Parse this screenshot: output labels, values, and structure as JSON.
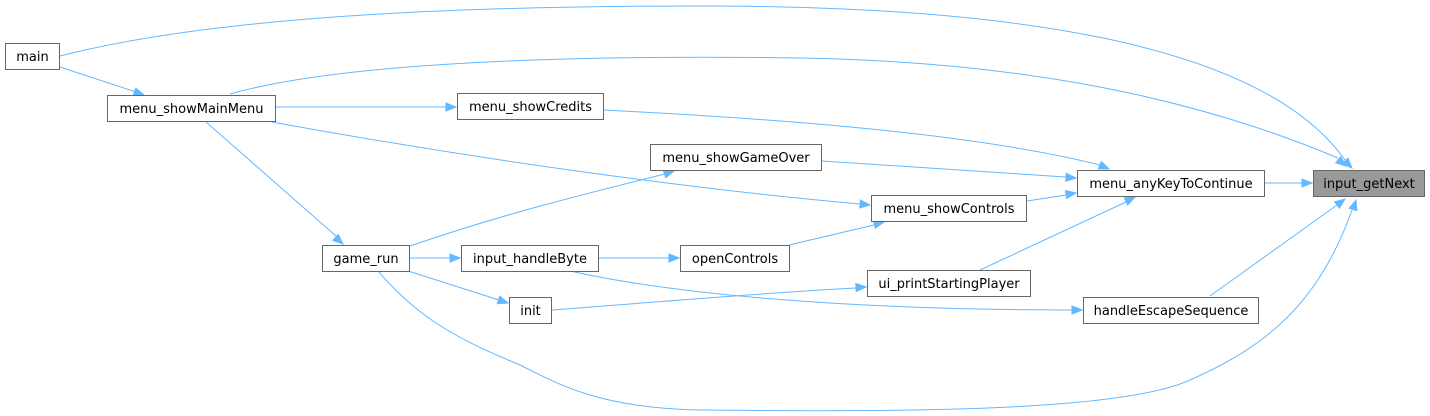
{
  "diagram": {
    "nodes": [
      {
        "id": "input_getNext",
        "label": "input_getNext"
      },
      {
        "id": "main",
        "label": "main"
      },
      {
        "id": "menu_showMainMenu",
        "label": "menu_showMainMenu"
      },
      {
        "id": "menu_showCredits",
        "label": "menu_showCredits"
      },
      {
        "id": "menu_showGameOver",
        "label": "menu_showGameOver"
      },
      {
        "id": "menu_anyKeyToContinue",
        "label": "menu_anyKeyToContinue"
      },
      {
        "id": "menu_showControls",
        "label": "menu_showControls"
      },
      {
        "id": "game_run",
        "label": "game_run"
      },
      {
        "id": "input_handleByte",
        "label": "input_handleByte"
      },
      {
        "id": "openControls",
        "label": "openControls"
      },
      {
        "id": "ui_printStartingPlayer",
        "label": "ui_printStartingPlayer"
      },
      {
        "id": "init",
        "label": "init"
      },
      {
        "id": "handleEscapeSequence",
        "label": "handleEscapeSequence"
      }
    ],
    "edges": [
      {
        "from": "main",
        "to": "input_getNext"
      },
      {
        "from": "main",
        "to": "menu_showMainMenu"
      },
      {
        "from": "menu_showMainMenu",
        "to": "input_getNext"
      },
      {
        "from": "menu_showMainMenu",
        "to": "menu_showCredits"
      },
      {
        "from": "menu_showMainMenu",
        "to": "game_run"
      },
      {
        "from": "menu_showMainMenu",
        "to": "menu_showControls"
      },
      {
        "from": "menu_showCredits",
        "to": "menu_anyKeyToContinue"
      },
      {
        "from": "menu_showGameOver",
        "to": "menu_anyKeyToContinue"
      },
      {
        "from": "menu_showControls",
        "to": "menu_anyKeyToContinue"
      },
      {
        "from": "ui_printStartingPlayer",
        "to": "menu_anyKeyToContinue"
      },
      {
        "from": "menu_anyKeyToContinue",
        "to": "input_getNext"
      },
      {
        "from": "handleEscapeSequence",
        "to": "input_getNext"
      },
      {
        "from": "game_run",
        "to": "input_getNext"
      },
      {
        "from": "game_run",
        "to": "menu_showGameOver"
      },
      {
        "from": "game_run",
        "to": "input_handleByte"
      },
      {
        "from": "game_run",
        "to": "init"
      },
      {
        "from": "input_handleByte",
        "to": "openControls"
      },
      {
        "from": "openControls",
        "to": "menu_showControls"
      },
      {
        "from": "init",
        "to": "ui_printStartingPlayer"
      },
      {
        "from": "input_handleByte",
        "to": "handleEscapeSequence"
      }
    ]
  },
  "colors": {
    "edge": "#63b8ff",
    "node_border": "#666666",
    "node_fill": "#ffffff",
    "focus_fill": "#999999"
  }
}
